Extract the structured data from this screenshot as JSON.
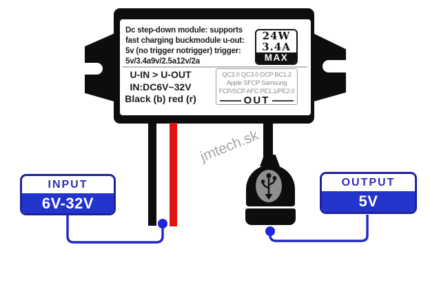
{
  "watermark": "jmtech.sk",
  "module": {
    "description_lines": [
      "Dc step-down module: supports",
      "fast charging buckmodule u-out:",
      "5v (no trigger notrigger) trigger:",
      "5v/3.4a9v/2.5a12v/2a"
    ],
    "io_lines": [
      "U-IN > U-OUT",
      "IN:DC6V~32V",
      "Black (b) red (r)"
    ],
    "rating": {
      "watts": "24W",
      "amps": "3.4A",
      "max": "MAX"
    },
    "protocol_lines": [
      "QC2.0 QC3.0 DCP BC1.2",
      "Apple SFCP Samsung",
      "FCP/SCP AFC PE1.1/PE2.0"
    ],
    "out_label": "OUT"
  },
  "input_tag": {
    "title": "INPUT",
    "value": "6V-32V"
  },
  "output_tag": {
    "title": "OUTPUT",
    "value": "5V"
  },
  "icons": {
    "usb": "usb-trident-icon"
  },
  "colors": {
    "accent_blue": "#2334cb",
    "border_navy": "#1e219b",
    "line_blue": "#2126c4",
    "wire_red": "#e01212",
    "module_black": "#0d0d0d",
    "protocol_gray": "#8a8a8a",
    "watermark_gray": "#9b9b9b",
    "usb_oval_gray": "#8e8e8e"
  }
}
